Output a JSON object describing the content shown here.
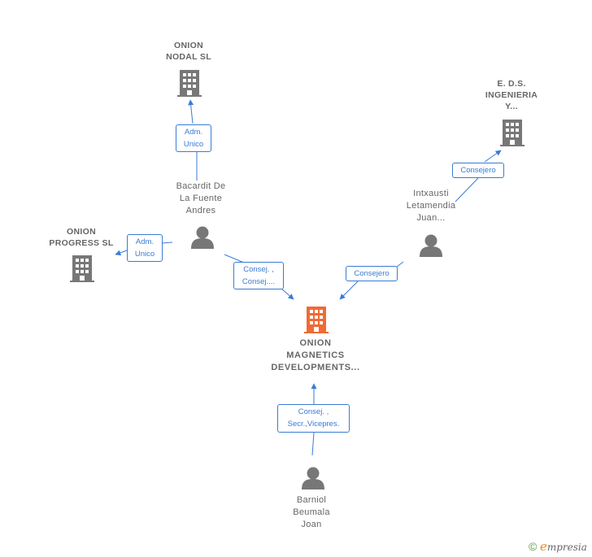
{
  "colors": {
    "edge": "#3a7bd5",
    "node_gray": "#777777",
    "main_node": "#f06a35",
    "label": "#666666"
  },
  "nodes": {
    "onion_nodal": {
      "line1": "ONION",
      "line2": "NODAL  SL",
      "icon": "building-icon"
    },
    "eds_ingenieria": {
      "line1": "E. D.S.",
      "line2": "INGENIERIA",
      "line3": "Y...",
      "icon": "building-icon"
    },
    "onion_progress": {
      "line1": "ONION",
      "line2": "PROGRESS  SL",
      "icon": "building-icon"
    },
    "bacardit": {
      "line1": "Bacardit De",
      "line2": "La Fuente",
      "line3": "Andres",
      "icon": "person-icon"
    },
    "intxausti": {
      "line1": "Intxausti",
      "line2": "Letamendia",
      "line3": "Juan...",
      "icon": "person-icon"
    },
    "onion_magnetics": {
      "line1": "ONION",
      "line2": "MAGNETICS",
      "line3": "DEVELOPMENTS...",
      "icon": "building-icon"
    },
    "barniol": {
      "line1": "Barniol",
      "line2": "Beumala",
      "line3": "Joan",
      "icon": "person-icon"
    }
  },
  "relations": {
    "bacardit_nodal": {
      "line1": "Adm.",
      "line2": "Unico"
    },
    "bacardit_progress": {
      "line1": "Adm.",
      "line2": "Unico"
    },
    "bacardit_magnetics": {
      "line1": "Consej. ,",
      "line2": "Consej...."
    },
    "intxausti_eds": {
      "line1": "Consejero"
    },
    "intxausti_magnetics": {
      "line1": "Consejero"
    },
    "barniol_magnetics": {
      "line1": "Consej. ,",
      "line2": "Secr.,Vicepres."
    }
  },
  "brand": {
    "copyright": "©",
    "initial": "e",
    "rest": "mpresia"
  }
}
